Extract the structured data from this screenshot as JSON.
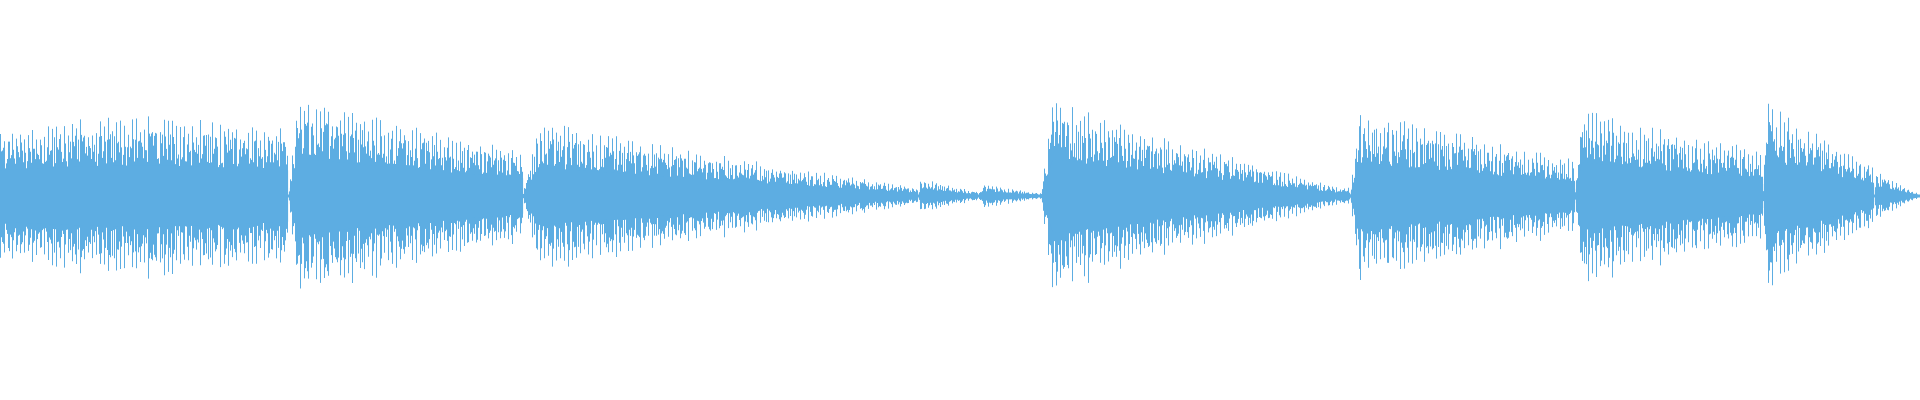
{
  "waveform": {
    "color": "#5dade2",
    "background": "#ffffff",
    "segments": [
      {
        "start": 0.0,
        "end": 0.15,
        "peak": 0.42,
        "shape": "sustain",
        "decay": 0.0
      },
      {
        "start": 0.15,
        "end": 0.272,
        "peak": 0.54,
        "shape": "attack-decay",
        "decay": 0.55
      },
      {
        "start": 0.272,
        "end": 0.478,
        "peak": 0.42,
        "shape": "attack-decay",
        "decay": 0.9
      },
      {
        "start": 0.478,
        "end": 0.51,
        "peak": 0.1,
        "shape": "attack-decay",
        "decay": 0.8
      },
      {
        "start": 0.51,
        "end": 0.542,
        "peak": 0.07,
        "shape": "attack-decay",
        "decay": 0.8
      },
      {
        "start": 0.542,
        "end": 0.703,
        "peak": 0.54,
        "shape": "attack-decay",
        "decay": 0.95
      },
      {
        "start": 0.703,
        "end": 0.82,
        "peak": 0.48,
        "shape": "attack-decay",
        "decay": 0.6
      },
      {
        "start": 0.82,
        "end": 0.918,
        "peak": 0.48,
        "shape": "attack-decay",
        "decay": 0.5
      },
      {
        "start": 0.918,
        "end": 0.976,
        "peak": 0.52,
        "shape": "attack-decay",
        "decay": 0.7
      },
      {
        "start": 0.976,
        "end": 1.0,
        "peak": 0.14,
        "shape": "attack-decay",
        "decay": 0.95
      }
    ]
  }
}
